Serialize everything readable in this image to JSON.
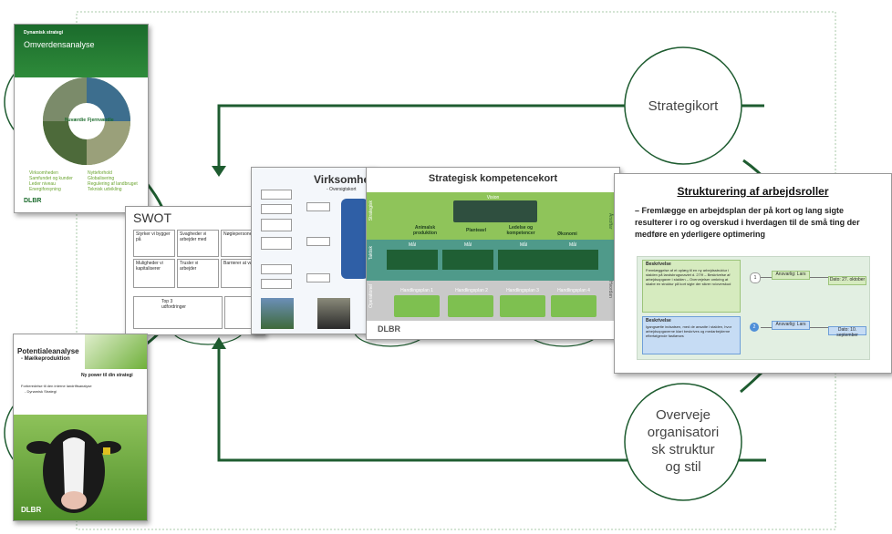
{
  "cycle": {
    "strategikort": "Strategikort",
    "overveje": [
      "Overveje",
      "organisatori",
      "sk struktur",
      "og stil"
    ]
  },
  "omverden": {
    "kicker": "Dynamisk strategi",
    "title": "Omverdensanalyse",
    "center_left": "Nuværdie",
    "center_right": "Fjernværdie",
    "list_left": [
      "Virksomheden",
      "Samfundet og kunder",
      "Leder niveau",
      "Energiforsyning"
    ],
    "list_right": [
      "Nytteforhold",
      "Globalisering",
      "Regulering af landbruget",
      "Teknisk udvikling"
    ],
    "logo": "DLBR"
  },
  "swot": {
    "title": "SWOT",
    "cells": [
      "Styrker vi bygger på",
      "Svagheder vi arbejder med",
      "Nøglepersoner",
      "Muligheder vi kapitaliserer",
      "Trusler vi arbejder",
      "Barrierer at være"
    ],
    "bottom": "Top 3 udfordringer"
  },
  "virksomhed": {
    "title": "Virksomhed",
    "subtitle": "- Oversigtskort"
  },
  "kompetence": {
    "title": "Strategisk kompetencekort",
    "vision": "Vision",
    "levels": [
      "Strategisk",
      "Taktisk",
      "Operationel"
    ],
    "areas": [
      "Animalsk produktion",
      "Planteavl",
      "Ledelse og kompetencer",
      "Økonomi"
    ],
    "maal": [
      "Mål",
      "Mål",
      "Mål",
      "Mål"
    ],
    "plans": [
      "Handlingsplan 1",
      "Handlingsplan 2",
      "Handlingsplan 3",
      "Handlingsplan 4"
    ],
    "side_top": "Årsoftar",
    "side_bottom": "Hvordan",
    "logo": "DLBR"
  },
  "arbejdsroller": {
    "title": "Strukturering af arbejdsroller",
    "text": "– Fremlægge en arbejdsplan der på kort og lang sigte resulterer i ro og overskud i hverdagen til de små ting der medføre en yderligere optimering",
    "item1_head": "Beskrivelse",
    "item1_body": "Fremlæggelse af et oplæg til en ny arbejdsstruktur i stalden på landsbrugsnaviet d. 27/9 – Beskrivelse af arbejdsopgaver i stalden – Overvejelser omkring at skabe en struktur på kort sigte der sikrer ro/overskud",
    "item2_head": "Beskrivelse",
    "item2_body": "Igangsætte indsatsen, med de ansatte i stalden, hvor arbejdsopgaverne klart beskrives og medarbejderne efterfølgende fastlæses",
    "num1": "1",
    "num2": "2",
    "ansvarlig1": "Ansvarlig: Lars",
    "ansvarlig2": "Ansvarlig: Lars",
    "dato1": "Dato: 27. oktober",
    "dato2": "Dato: 10. september"
  },
  "potentiale": {
    "title": "Potentialeanalyse",
    "subtitle": "- Mælkeproduktion",
    "tagline": "Ny power til din strategi",
    "line1": "Forberedelse til den interne landriftsanalyse",
    "line2": "- Dynamisk Strategi",
    "logo": "DLBR"
  }
}
